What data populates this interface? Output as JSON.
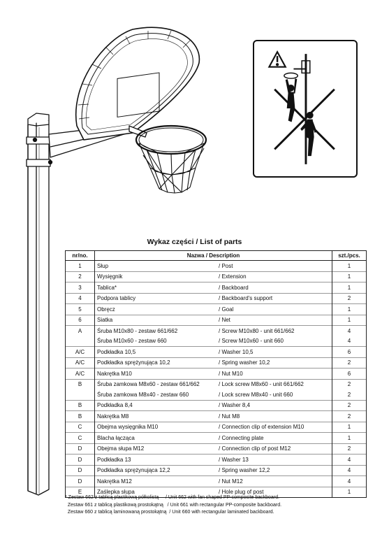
{
  "title": "Wykaz części / List of parts",
  "headers": {
    "no": "nr/no.",
    "name": "Nazwa / Description",
    "qty": "szt./pcs."
  },
  "rows": [
    {
      "no": "1",
      "pl": "Słup",
      "en": "/ Post",
      "qty": "1"
    },
    {
      "no": "2",
      "pl": "Wysięgnik",
      "en": "/ Extension",
      "qty": "1"
    },
    {
      "no": "3",
      "pl": "Tablica*",
      "en": "/ Backboard",
      "qty": "1"
    },
    {
      "no": "4",
      "pl": "Podpora tablicy",
      "en": "/ Backboard's support",
      "qty": "2"
    },
    {
      "no": "5",
      "pl": "Obręcz",
      "en": "/ Goal",
      "qty": "1"
    },
    {
      "no": "6",
      "pl": "Siatka",
      "en": "/ Net",
      "qty": "1"
    },
    {
      "no": "A",
      "pl": "Śruba M10x80 - zestaw 661/662",
      "en": "/ Screw M10x80 - unit 661/662",
      "qty": "4"
    },
    {
      "no": "",
      "pl": "Śruba M10x60 - zestaw 660",
      "en": "/ Screw M10x60 - unit 660",
      "qty": "4"
    },
    {
      "no": "A/C",
      "pl": "Podkładka 10,5",
      "en": "/ Washer 10,5",
      "qty": "6"
    },
    {
      "no": "A/C",
      "pl": "Podkładka sprężynująca 10,2",
      "en": "/ Spring washer 10,2",
      "qty": "2"
    },
    {
      "no": "A/C",
      "pl": "Nakrętka M10",
      "en": "/ Nut M10",
      "qty": "6"
    },
    {
      "no": "B",
      "pl": "Śruba zamkowa M8x60 - zestaw 661/662",
      "en": "/ Lock screw M8x60 - unit 661/662",
      "qty": "2"
    },
    {
      "no": "",
      "pl": "Śruba zamkowa M8x40 - zestaw 660",
      "en": "/ Lock screw M8x40 - unit 660",
      "qty": "2"
    },
    {
      "no": "B",
      "pl": "Podkładka 8,4",
      "en": "/ Washer 8,4",
      "qty": "2"
    },
    {
      "no": "B",
      "pl": "Nakrętka M8",
      "en": "/ Nut M8",
      "qty": "2"
    },
    {
      "no": "C",
      "pl": "Obejma wysięgnika M10",
      "en": "/ Connection clip of extension M10",
      "qty": "1"
    },
    {
      "no": "C",
      "pl": "Blacha łącząca",
      "en": "/ Connecting plate",
      "qty": "1"
    },
    {
      "no": "D",
      "pl": "Obejma słupa M12",
      "en": "/ Connection clip of post M12",
      "qty": "2"
    },
    {
      "no": "D",
      "pl": "Podkładka 13",
      "en": "/ Washer 13",
      "qty": "4"
    },
    {
      "no": "D",
      "pl": "Podkładka sprężynująca 12,2",
      "en": "/ Spring washer 12,2",
      "qty": "4"
    },
    {
      "no": "D",
      "pl": "Nakrętka M12",
      "en": "/ Nut M12",
      "qty": "4"
    },
    {
      "no": "E",
      "pl": "Zaślepka słupa",
      "en": "/ Hole plug of post",
      "qty": "1"
    }
  ],
  "footnotes": [
    "* Zestaw 662 z tablicą plastikową półkolistą     / Unit 662 with fan shaped PP-composite backboard.",
    "  Zestaw 661 z tablicą plastikową prostokątną   / Unit 661 with rectangular PP-composite backboard.",
    "  Zestaw 660 z tablicą laminowaną prostokątną  / Unit 660 with rectangular laminated backboard."
  ]
}
